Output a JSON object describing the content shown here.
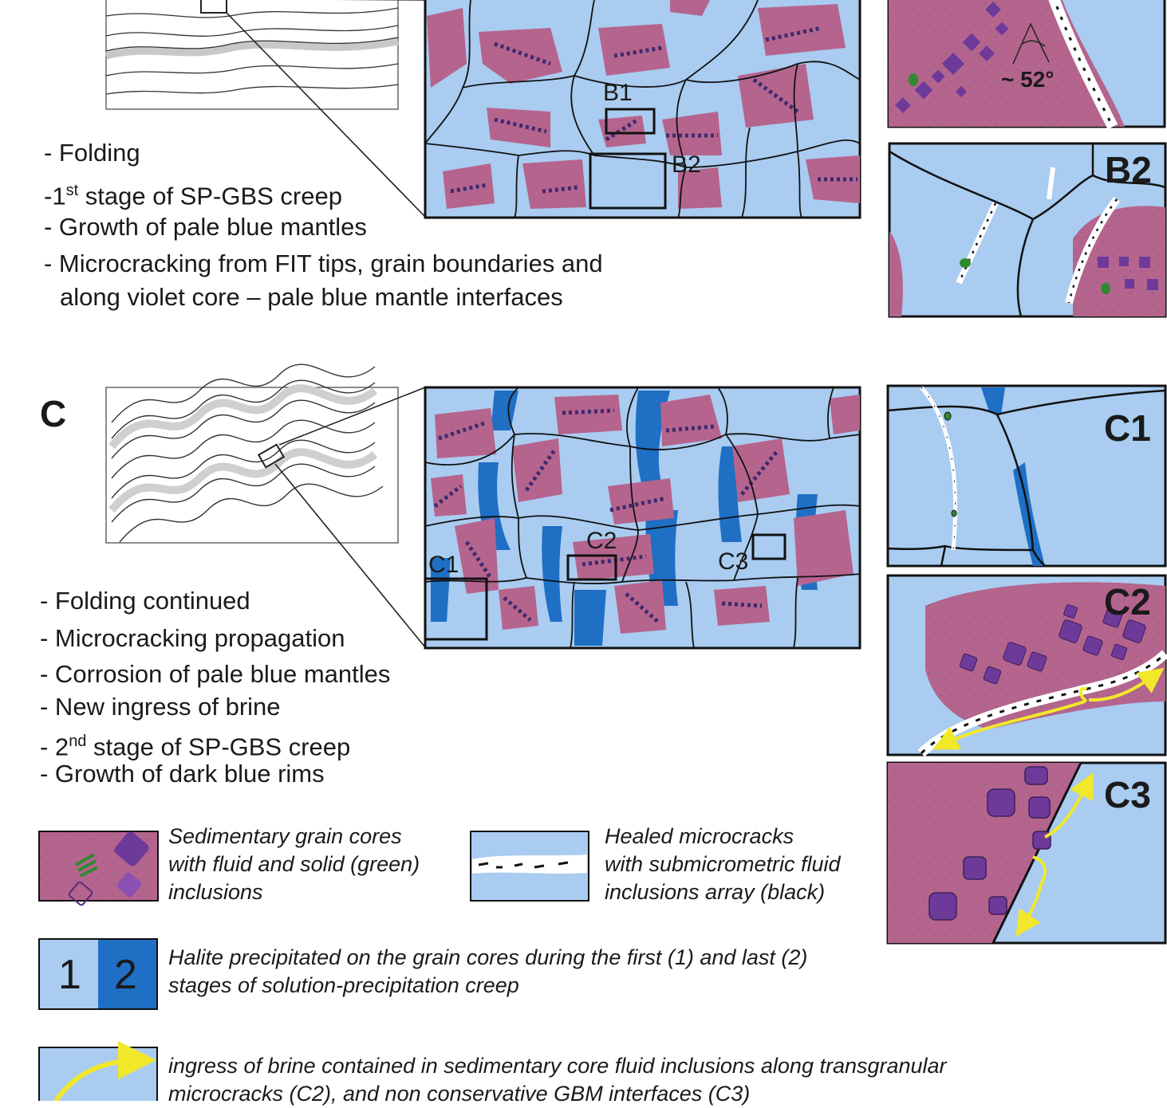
{
  "section_b": {
    "bullets": [
      {
        "text": "- Folding"
      },
      {
        "pre": "-1",
        "sup": "st",
        "post": " stage of SP-GBS creep"
      },
      {
        "text": "- Growth of pale blue mantles"
      },
      {
        "text": "- Microcracking from FIT tips, grain boundaries and"
      },
      {
        "text": "along violet core – pale blue mantle interfaces"
      }
    ],
    "zoom_labels": {
      "b1": "B1",
      "b2": "B2"
    },
    "angle_label": "~ 52°",
    "inset_b2_label": "B2"
  },
  "section_c": {
    "letter": "C",
    "bullets": [
      {
        "text": "- Folding continued"
      },
      {
        "text": "- Microcracking propagation"
      },
      {
        "text": "- Corrosion of pale blue mantles"
      },
      {
        "text": "- New ingress of brine"
      },
      {
        "pre": "- 2",
        "sup": "nd",
        "post": "  stage of SP-GBS creep"
      },
      {
        "text": "- Growth of dark blue rims"
      }
    ],
    "zoom_labels": {
      "c1": "C1",
      "c2": "C2",
      "c3": "C3"
    },
    "inset_labels": {
      "c1": "C1",
      "c2": "C2",
      "c3": "C3"
    }
  },
  "legend": {
    "cores": [
      "Sedimentary grain cores",
      "with fluid and solid (green)",
      "inclusions"
    ],
    "microcracks": [
      "Healed microcracks",
      "with submicrometric fluid",
      "inclusions array (black)"
    ],
    "halite_numbers": [
      "1",
      "2"
    ],
    "halite": [
      "Halite precipitated on the grain cores during the first (1) and last (2)",
      "stages of solution-precipitation creep"
    ],
    "brine": [
      "ingress of brine contained in sedimentary core fluid inclusions along transgranular",
      "microcracks (C2), and non conservative GBM interfaces (C3)"
    ]
  },
  "colors": {
    "pale_blue": "#a9ccf0",
    "dark_blue": "#1f6fc4",
    "violet_core": "#b5648e",
    "inclusion": "#3d2a6e",
    "yellow_arrow": "#f2e82a",
    "green_inclusion": "#2f8a2f"
  }
}
